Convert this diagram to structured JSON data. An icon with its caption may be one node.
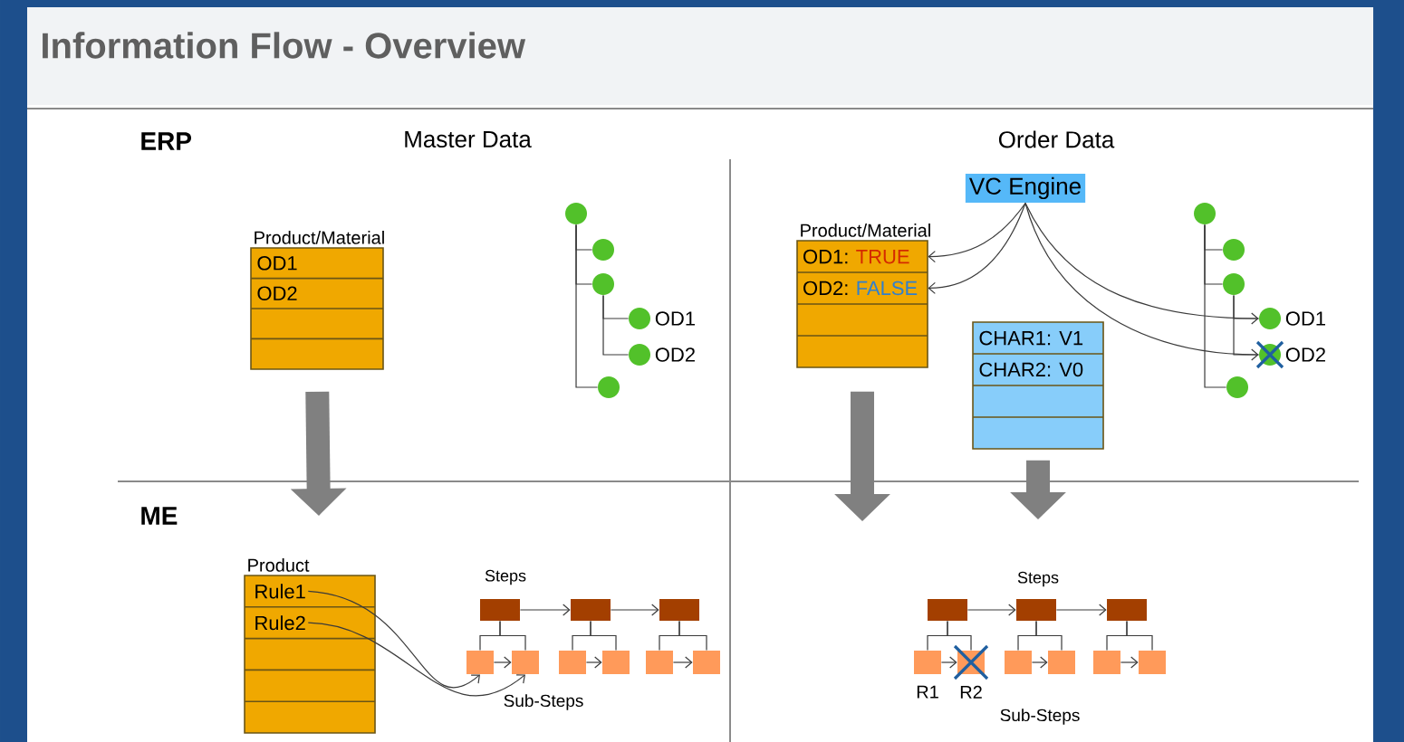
{
  "diagram": {
    "title": "Information Flow - Overview",
    "nodes": [
      {
        "text": [
          "Product/Material",
          "OD1",
          "OD2"
        ]
      },
      {
        "text": [],
        "shape": "circle"
      },
      {
        "text": [],
        "shape": "circle"
      },
      {
        "text": [],
        "shape": "circle"
      },
      {
        "text": [],
        "shape": "circle",
        "beside": [
          "OD1"
        ]
      },
      {
        "text": [],
        "shape": "circle",
        "beside": [
          "OD2"
        ]
      },
      {
        "text": [],
        "shape": "circle"
      },
      {
        "text": [
          "VC Engine"
        ]
      },
      {
        "text": [
          "Product/Material"
        ]
      },
      {
        "text": [
          "OD1:",
          "TRUE"
        ],
        "in": 8
      },
      {
        "text": [
          "OD2:",
          "FALSE"
        ],
        "in": 8
      },
      {
        "text": [
          "CHAR1: V1",
          "CHAR2: V0"
        ]
      },
      {
        "text": [],
        "shape": "circle"
      },
      {
        "text": [],
        "shape": "circle"
      },
      {
        "text": [],
        "shape": "circle"
      },
      {
        "text": [],
        "shape": "circle",
        "beside": [
          "OD1"
        ]
      },
      {
        "text": [],
        "shape": "circle",
        "beside": [
          "OD2"
        ]
      },
      {
        "text": [],
        "shape": "circle"
      },
      {
        "text": [
          "Product"
        ]
      },
      {
        "text": [
          "Rule1"
        ],
        "in": 18
      },
      {
        "text": [
          "Rule2"
        ],
        "in": 18
      },
      {
        "text": [],
        "shape": "box"
      },
      {
        "text": [],
        "shape": "box"
      },
      {
        "text": [],
        "shape": "box"
      },
      {
        "text": [],
        "shape": "box"
      },
      {
        "text": [],
        "shape": "box"
      },
      {
        "text": [],
        "shape": "box"
      },
      {
        "text": [],
        "shape": "box"
      },
      {
        "text": [],
        "shape": "box"
      },
      {
        "text": [],
        "shape": "box"
      },
      {
        "text": [],
        "shape": "box"
      },
      {
        "text": [],
        "shape": "box"
      },
      {
        "text": [],
        "shape": "box"
      },
      {
        "text": [],
        "shape": "box",
        "beside": [
          "R1"
        ]
      },
      {
        "text": [],
        "shape": "box",
        "beside": [
          "R2"
        ]
      },
      {
        "text": [],
        "shape": "box"
      },
      {
        "text": [],
        "shape": "box"
      },
      {
        "text": [],
        "shape": "box"
      },
      {
        "text": [],
        "shape": "box"
      }
    ],
    "edges": [
      {
        "from": 1,
        "to": 2,
        "arrow": "none"
      },
      {
        "from": 1,
        "to": 3,
        "arrow": "none"
      },
      {
        "from": 1,
        "to": 6,
        "arrow": "none"
      },
      {
        "from": 3,
        "to": 4,
        "arrow": "none"
      },
      {
        "from": 3,
        "to": 5,
        "arrow": "none"
      },
      {
        "from": 12,
        "to": 13,
        "arrow": "none"
      },
      {
        "from": 12,
        "to": 14,
        "arrow": "none"
      },
      {
        "from": 12,
        "to": 17,
        "arrow": "none"
      },
      {
        "from": 14,
        "to": 15,
        "arrow": "none"
      },
      {
        "from": 14,
        "to": 16,
        "arrow": "none"
      },
      {
        "from": 7,
        "to": 9,
        "arrow": "to"
      },
      {
        "from": 7,
        "to": 10,
        "arrow": "to"
      },
      {
        "from": 7,
        "to": 15,
        "arrow": "to"
      },
      {
        "from": 7,
        "to": 16,
        "arrow": "to"
      },
      {
        "from": 0,
        "to": null,
        "arrow": "to",
        "style": "thick",
        "color": "#808080"
      },
      {
        "from": 8,
        "to": null,
        "arrow": "to",
        "style": "thick",
        "color": "#808080"
      },
      {
        "from": 11,
        "to": null,
        "arrow": "to",
        "style": "thick",
        "color": "#808080"
      },
      {
        "from": 19,
        "to": 24,
        "arrow": "to"
      },
      {
        "from": 20,
        "to": 25,
        "arrow": "to"
      },
      {
        "from": 21,
        "to": 22,
        "arrow": "to"
      },
      {
        "from": 22,
        "to": 23,
        "arrow": "to"
      },
      {
        "from": 21,
        "to": 24,
        "arrow": "none"
      },
      {
        "from": 21,
        "to": 25,
        "arrow": "none"
      },
      {
        "from": 22,
        "to": 26,
        "arrow": "none"
      },
      {
        "from": 22,
        "to": 27,
        "arrow": "none"
      },
      {
        "from": 23,
        "to": 28,
        "arrow": "none"
      },
      {
        "from": 23,
        "to": 29,
        "arrow": "none"
      },
      {
        "from": 24,
        "to": 25,
        "arrow": "to"
      },
      {
        "from": 26,
        "to": 27,
        "arrow": "to"
      },
      {
        "from": 28,
        "to": 29,
        "arrow": "to"
      },
      {
        "from": 30,
        "to": 31,
        "arrow": "to"
      },
      {
        "from": 31,
        "to": 32,
        "arrow": "to"
      },
      {
        "from": 30,
        "to": 33,
        "arrow": "none"
      },
      {
        "from": 30,
        "to": 34,
        "arrow": "none"
      },
      {
        "from": 31,
        "to": 35,
        "arrow": "none"
      },
      {
        "from": 31,
        "to": 36,
        "arrow": "none"
      },
      {
        "from": 32,
        "to": 37,
        "arrow": "none"
      },
      {
        "from": 32,
        "to": 38,
        "arrow": "none"
      },
      {
        "from": 33,
        "to": 34,
        "arrow": "to"
      },
      {
        "from": 35,
        "to": 36,
        "arrow": "to"
      },
      {
        "from": 37,
        "to": 38,
        "arrow": "to"
      }
    ],
    "labels": [
      "ERP",
      "Master Data",
      "Order Data",
      "ME",
      "Steps",
      "Sub-Steps",
      "Steps",
      "Sub-Steps"
    ]
  }
}
